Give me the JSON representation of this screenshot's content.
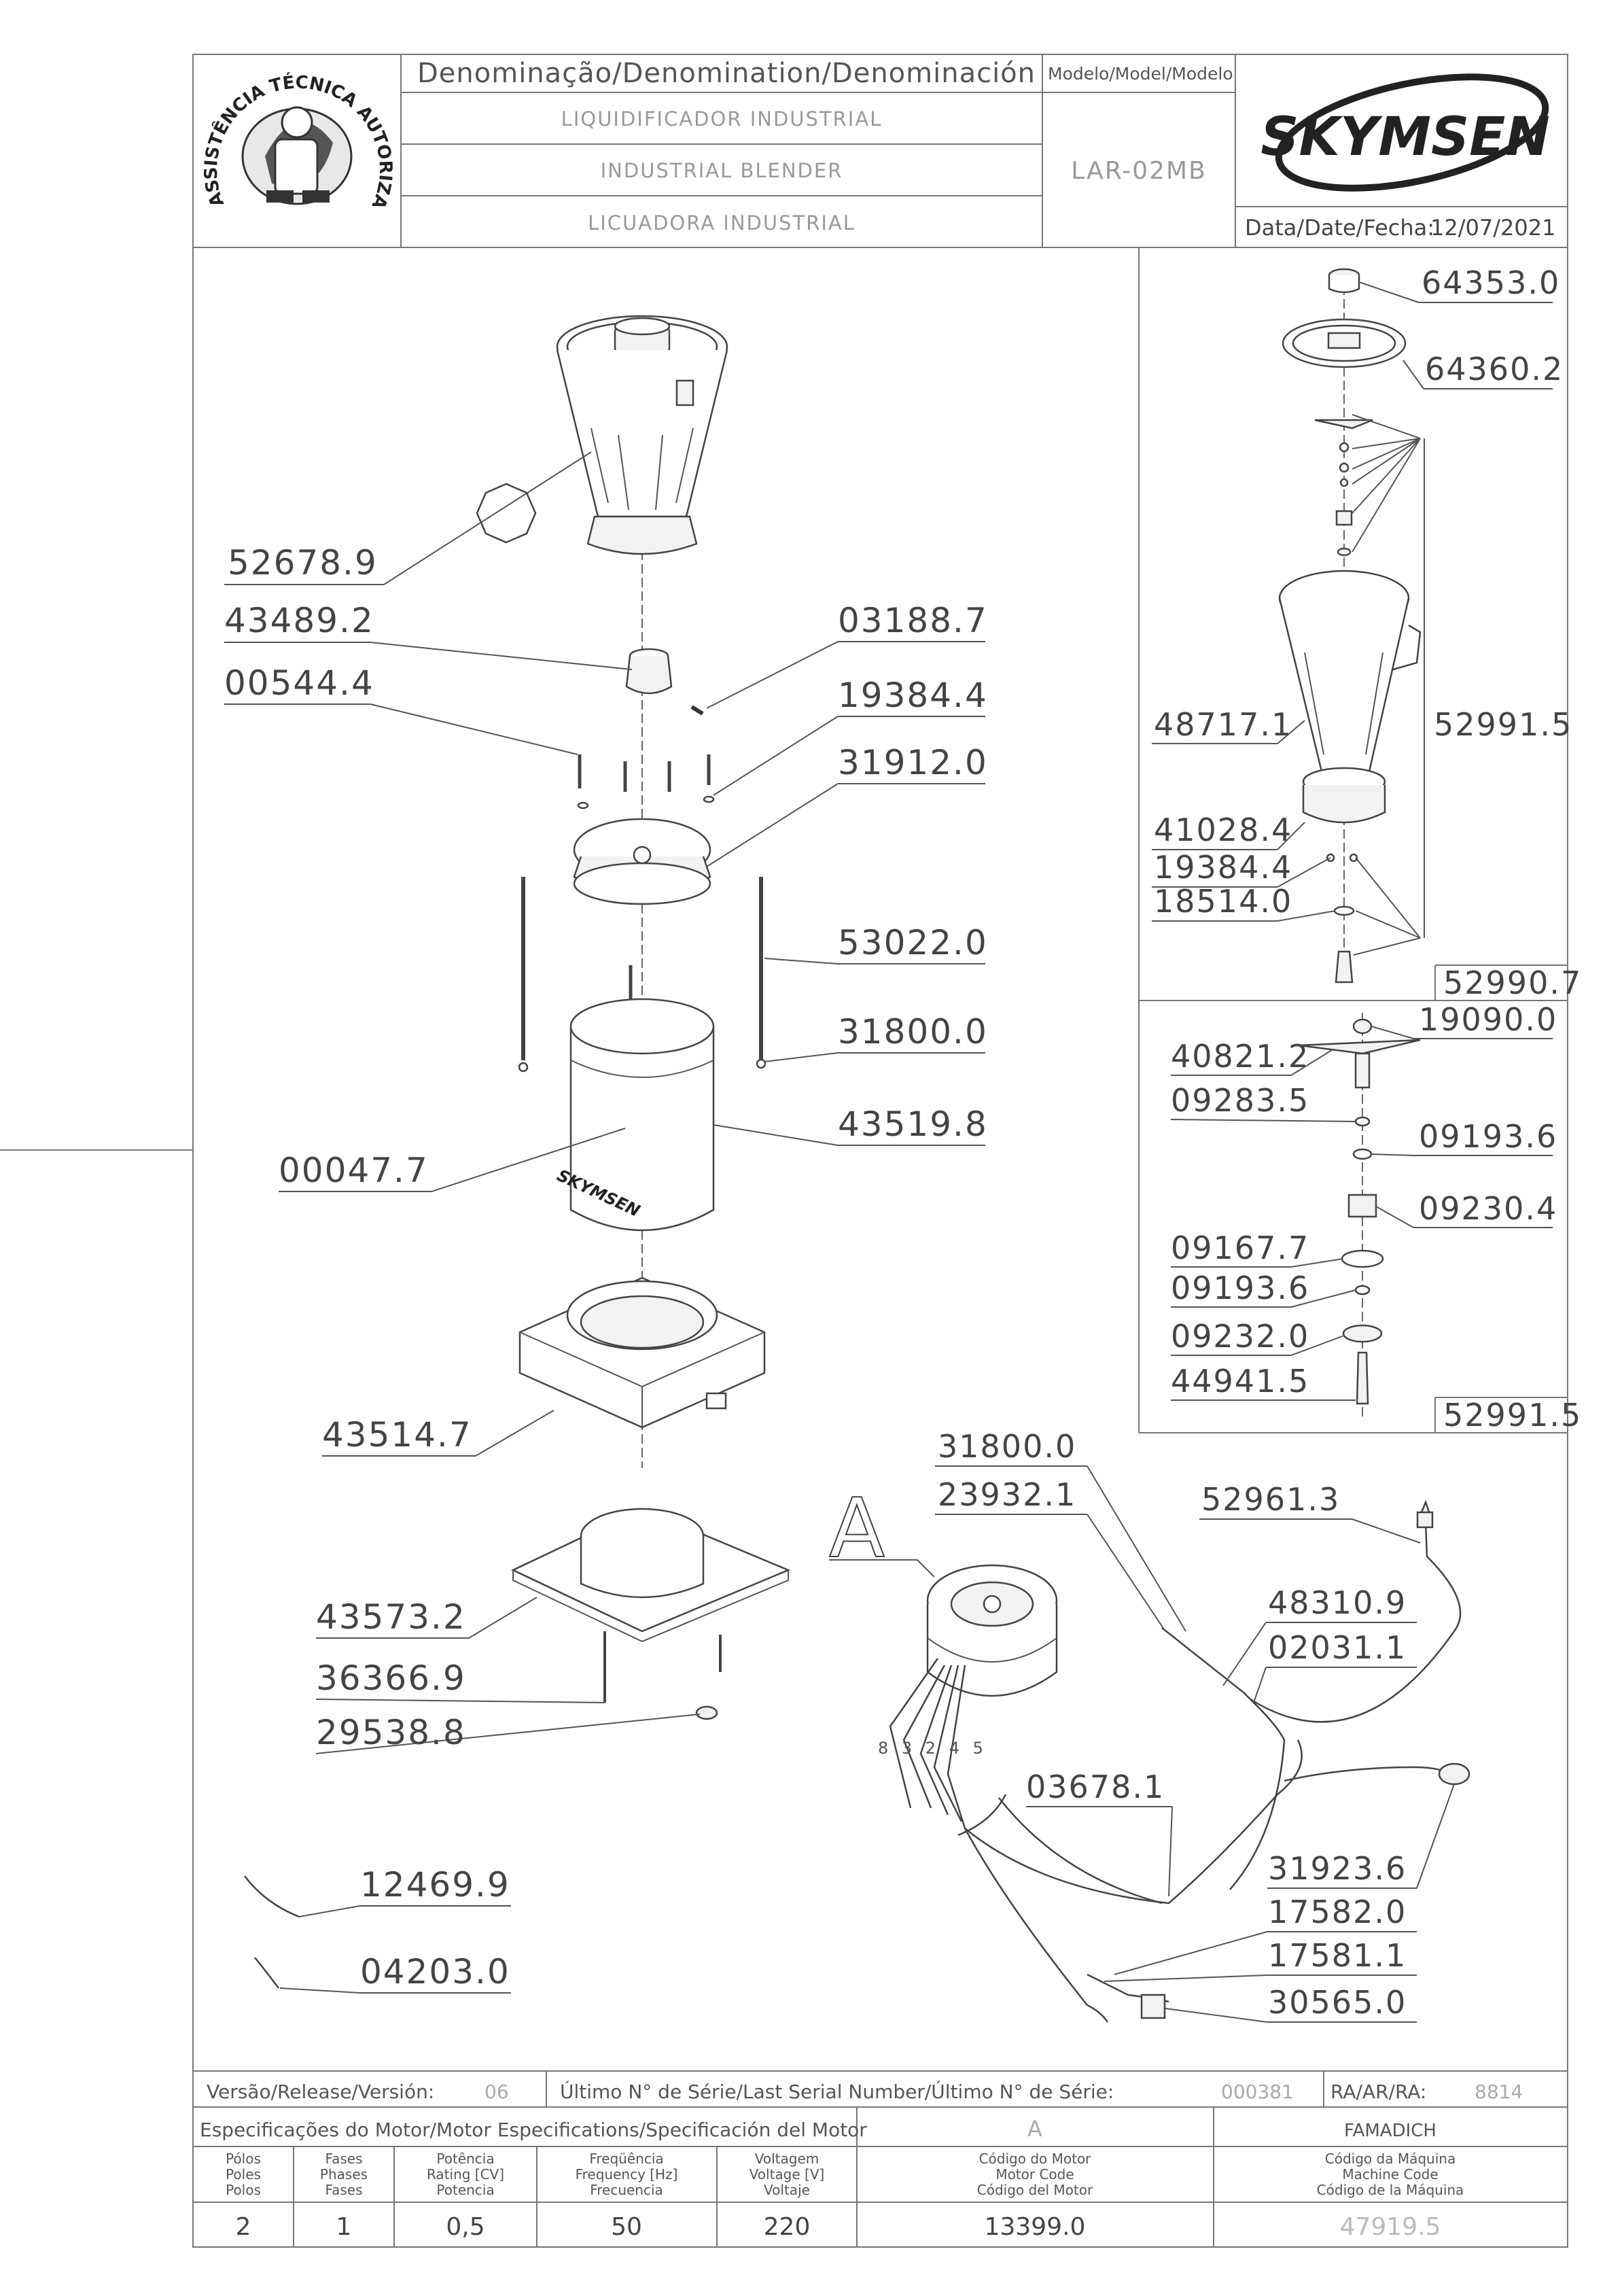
{
  "header": {
    "denomination_title": "Denominação/Denomination/Denominación",
    "model_title": "Modelo/Model/Modelo",
    "names": [
      "LIQUIDIFICADOR INDUSTRIAL",
      "INDUSTRIAL BLENDER",
      "LICUADORA INDUSTRIAL"
    ],
    "model": "LAR-02MB",
    "brand": "SKYMSEN",
    "date_label": "Data/Date/Fecha:",
    "date": "12/07/2021",
    "seal_text": "ASSISTÊNCIA TÉCNICA AUTORIZADA"
  },
  "parts_main": [
    "52678.9",
    "43489.2",
    "00544.4",
    "03188.7",
    "19384.4",
    "31912.0",
    "53022.0",
    "31800.0",
    "43519.8",
    "00047.7",
    "43514.7",
    "43573.2",
    "36366.9",
    "29538.8",
    "12469.9",
    "04203.0"
  ],
  "parts_jar": [
    "64353.0",
    "64360.2",
    "48717.1",
    "52991.5",
    "41028.4",
    "19384.4",
    "18514.0",
    "52990.7"
  ],
  "parts_blade": [
    "19090.0",
    "40821.2",
    "09283.5",
    "09193.6",
    "09230.4",
    "09167.7",
    "09193.6",
    "09232.0",
    "44941.5",
    "52991.5"
  ],
  "parts_motor": [
    "31800.0",
    "23932.1",
    "52961.3",
    "48310.9",
    "02031.1",
    "03678.1",
    "31923.6",
    "17582.0",
    "17581.1",
    "30565.0"
  ],
  "motor_detail_letter": "A",
  "wire_numbers": "8 3 2 4 5",
  "footer": {
    "version_label": "Versão/Release/Versión:",
    "version": "06",
    "serial_label": "Último N° de Série/Last Serial Number/Último N° de Série:",
    "serial": "000381",
    "ra_label": "RA/AR/RA:",
    "ra": "8814",
    "motor_spec_label": "Especificações do Motor/Motor Especifications/Specificación del Motor",
    "motor_ref": "A",
    "manufacturer": "FAMADICH",
    "columns": [
      {
        "l1": "Pólos",
        "l2": "Poles",
        "l3": "Polos",
        "value": "2"
      },
      {
        "l1": "Fases",
        "l2": "Phases",
        "l3": "Fases",
        "value": "1"
      },
      {
        "l1": "Potência",
        "l2": "Rating [CV]",
        "l3": "Potencia",
        "value": "0,5"
      },
      {
        "l1": "Freqüência",
        "l2": "Frequency [Hz]",
        "l3": "Frecuencia",
        "value": "50"
      },
      {
        "l1": "Voltagem",
        "l2": "Voltage [V]",
        "l3": "Voltaje",
        "value": "220"
      },
      {
        "l1": "Código do Motor",
        "l2": "Motor Code",
        "l3": "Código del Motor",
        "value": "13399.0"
      },
      {
        "l1": "Código da Máquina",
        "l2": "Machine Code",
        "l3": "Código de la Máquina",
        "value": "47919.5"
      }
    ]
  }
}
